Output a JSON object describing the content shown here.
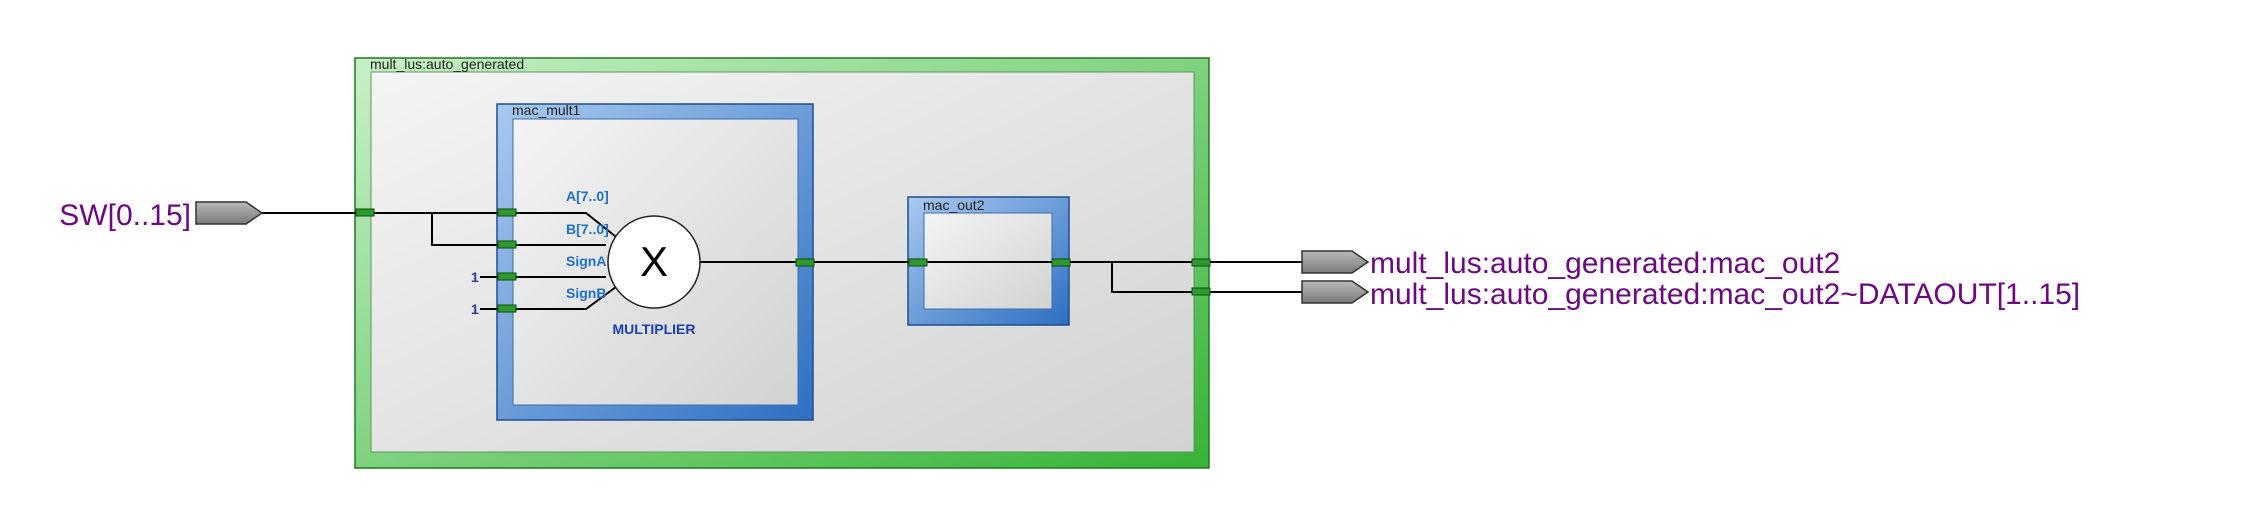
{
  "input_port": {
    "label": "SW[0..15]"
  },
  "outer_block": {
    "label": "mult_lus:auto_generated"
  },
  "mult_block": {
    "label": "mac_mult1",
    "pins": [
      "A[7..0]",
      "B[7..0]",
      "SignA",
      "SignB"
    ],
    "const_a": "1",
    "const_b": "1",
    "symbol": "X",
    "caption": "MULTIPLIER"
  },
  "out_block": {
    "label": "mac_out2"
  },
  "output_ports": [
    {
      "label": "mult_lus:auto_generated:mac_out2"
    },
    {
      "label": "mult_lus:auto_generated:mac_out2~DATAOUT[1..15]"
    }
  ],
  "colors": {
    "port_text": "#6a0a7e",
    "outer_border": "#3fbf3f",
    "inner_border": "#3a7fcf",
    "pin_text": "#1f6fd1"
  }
}
